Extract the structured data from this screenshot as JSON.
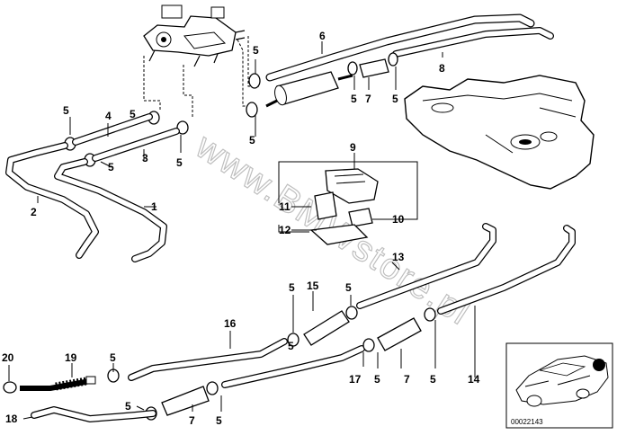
{
  "callouts": {
    "c1": "1",
    "c2": "2",
    "c3": "3",
    "c4": "4",
    "c5a": "5",
    "c5b": "5",
    "c5c": "5",
    "c5d": "5",
    "c5e": "5",
    "c5f": "5",
    "c5g": "5",
    "c5h": "5",
    "c5i": "5",
    "c5j": "5",
    "c5k": "5",
    "c5l": "5",
    "c5m": "5",
    "c5n": "5",
    "c5o": "5",
    "c5p": "5",
    "c6": "6",
    "c7a": "7",
    "c7b": "7",
    "c7c": "7",
    "c8": "8",
    "c9": "9",
    "c10": "10",
    "c11": "11",
    "c12": "12",
    "c13": "13",
    "c14": "14",
    "c15": "15",
    "c16": "16",
    "c17": "17",
    "c18": "18",
    "c19": "19",
    "c20": "20"
  },
  "watermark": "www.BMWstore.pl",
  "inset": {
    "diagram_id": "00022143"
  },
  "colors": {
    "ink": "#000000",
    "paper": "#ffffff",
    "watermark": "#bfbfbf"
  }
}
